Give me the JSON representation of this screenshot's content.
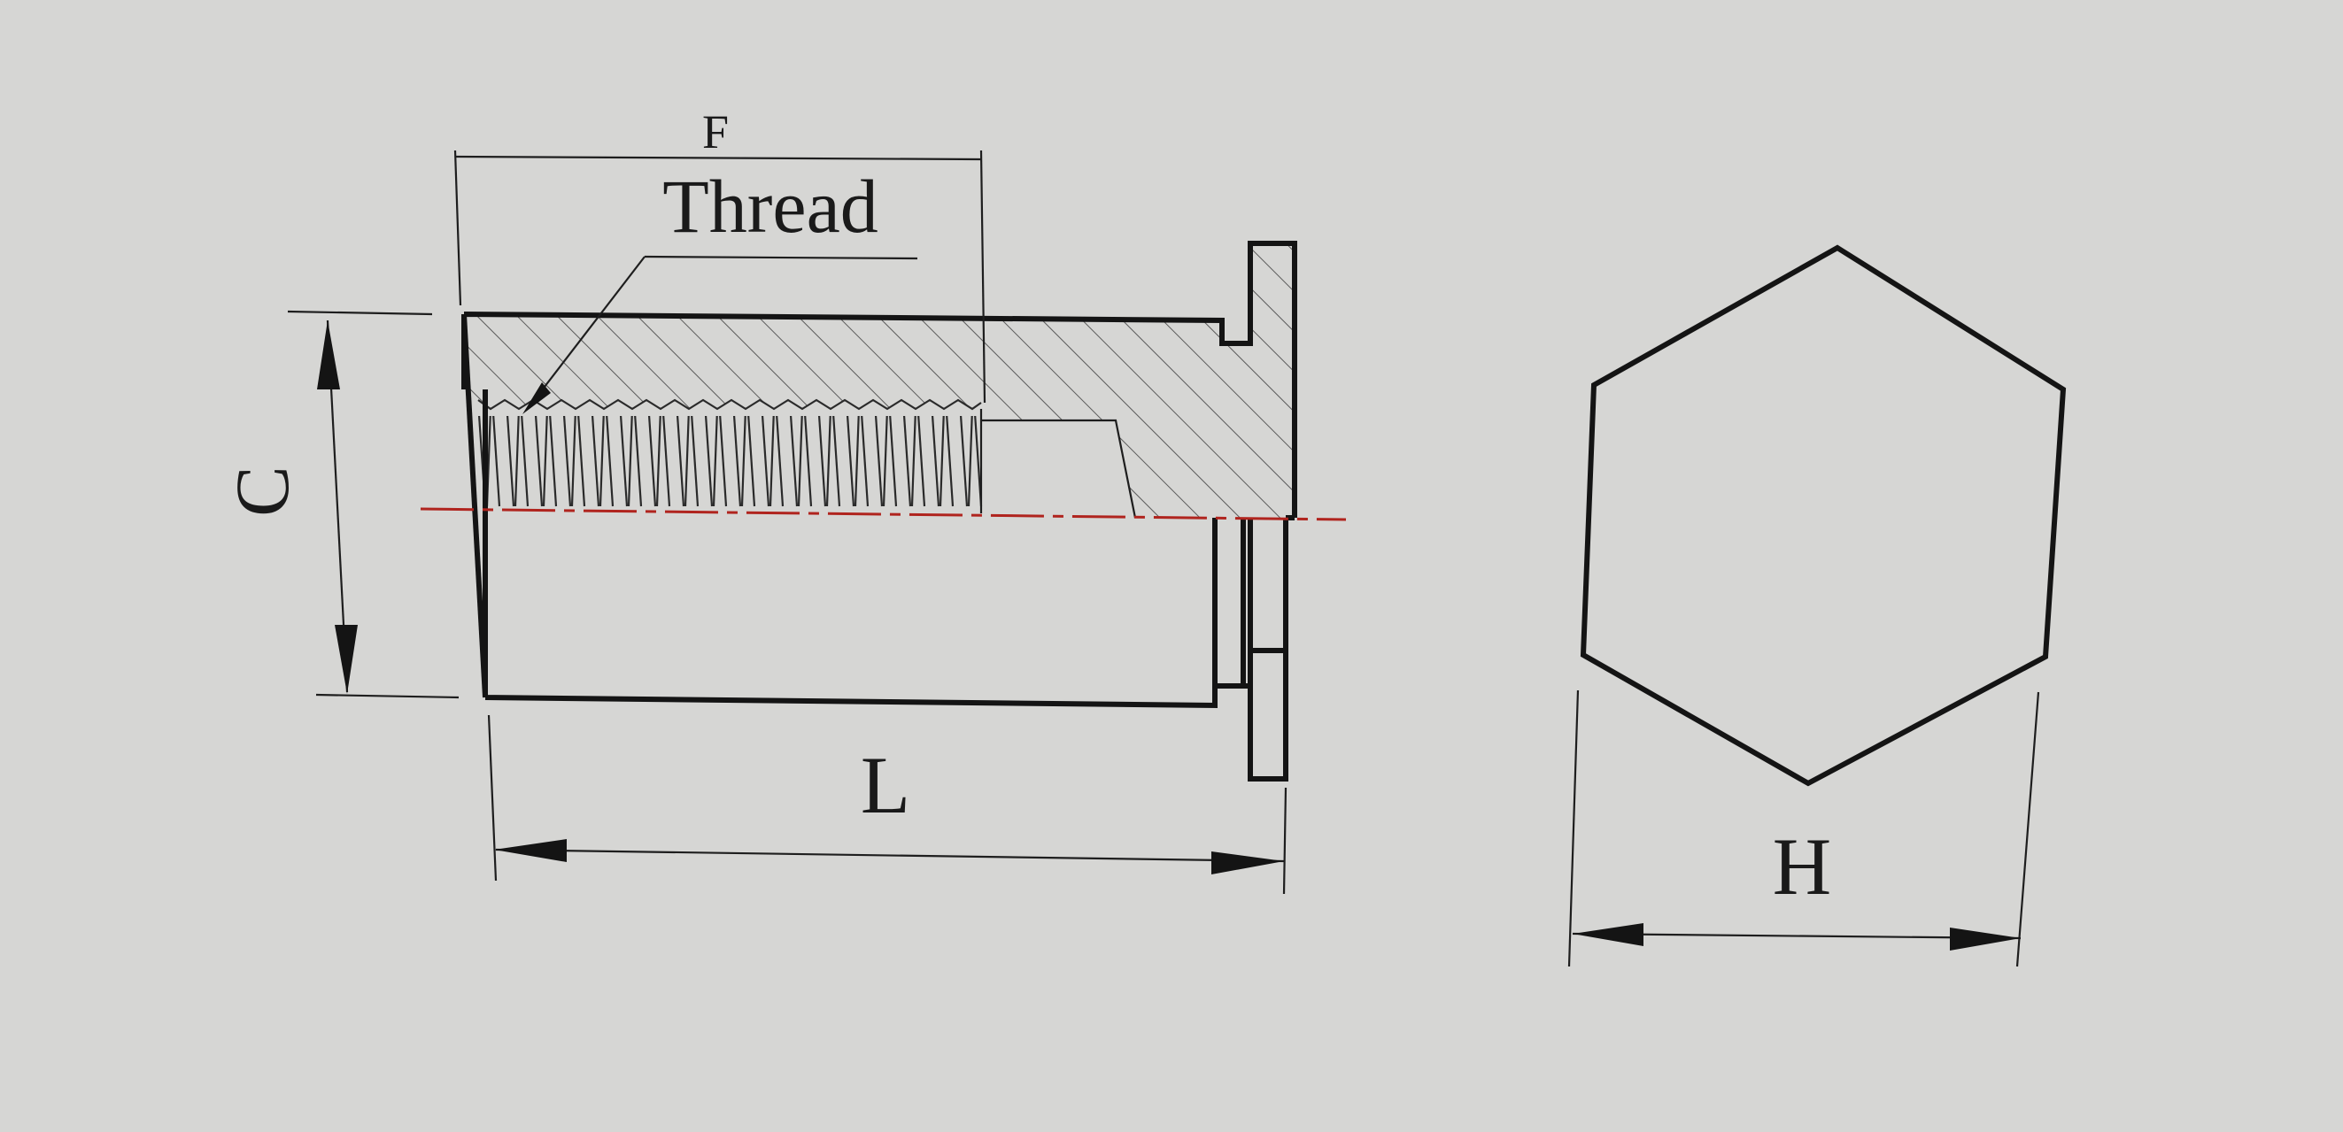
{
  "labels": {
    "thread": "Thread",
    "dim_f": "F",
    "dim_c": "C",
    "dim_l": "L",
    "dim_h": "H"
  },
  "colors": {
    "background": "#d6d6d4",
    "line": "#141414",
    "centerline": "#b0241e"
  }
}
